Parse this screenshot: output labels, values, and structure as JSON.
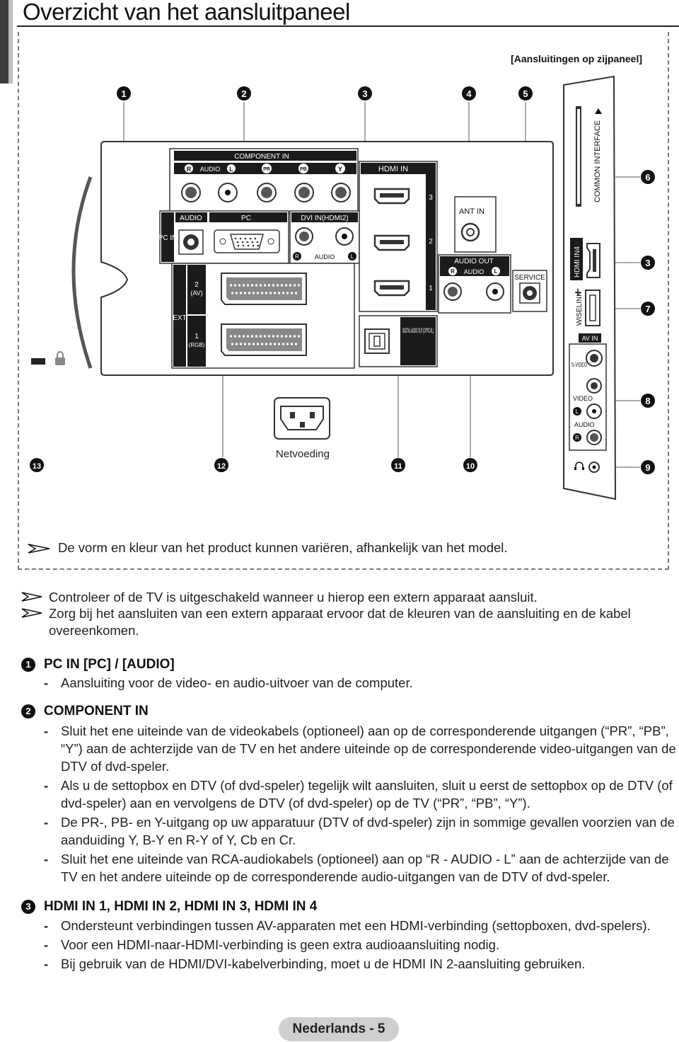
{
  "page": {
    "title": "Overzicht van het aansluitpaneel"
  },
  "diagram": {
    "side_panel_caption": "[Aansluitingen op zijpaneel]",
    "callouts": [
      "1",
      "2",
      "3",
      "4",
      "5",
      "6",
      "3",
      "7",
      "8",
      "9",
      "10",
      "11",
      "12",
      "13"
    ],
    "labels": {
      "component_in": "COMPONENT IN",
      "audio_rl": "AUDIO",
      "r": "R",
      "l": "L",
      "pr": "PR",
      "pb": "PB",
      "y": "Y",
      "hdmi_in": "HDMI IN",
      "audio": "AUDIO",
      "pc": "PC",
      "dvi_in": "DVI IN(HDMI2)",
      "pc_in": "PC IN",
      "ext": "EXT",
      "ext2": "2",
      "ext2_sub": "(AV)",
      "ext1": "1",
      "ext1_sub": "(RGB)",
      "hdmi_num_3": "3",
      "hdmi_num_2": "2",
      "hdmi_num_1": "1",
      "ant_in": "ANT IN",
      "audio_out": "AUDIO OUT",
      "service": "SERVICE",
      "digital_audio_out": "DIGITAL AUDIO OUT (OPTICAL)",
      "common_interface": "COMMON INTERFACE",
      "hdmi_in4": "HDMI IN4",
      "wiselink": "WISELINK",
      "av_in": "AV IN",
      "s_video": "S-VIDEO",
      "video": "VIDEO",
      "netvoeding": "Netvoeding"
    },
    "note": "De vorm en kleur van het product kunnen variëren, afhankelijk van het model."
  },
  "notes": [
    "Controleer of de TV is uitgeschakeld wanneer u hierop een extern apparaat aansluit.",
    "Zorg bij het aansluiten van een extern apparaat ervoor dat de kleuren van de aansluiting en de kabel overeenkomen."
  ],
  "sections": [
    {
      "num": "1",
      "heading": "PC IN [PC] / [AUDIO]",
      "items": [
        "Aansluiting voor de video- en audio-uitvoer van de computer."
      ]
    },
    {
      "num": "2",
      "heading": "COMPONENT IN",
      "items": [
        "Sluit het ene uiteinde van de videokabels (optioneel) aan op de corresponderende uitgangen (“PR”, “PB”, “Y”) aan de achterzijde van de TV en het andere uiteinde op de corresponderende video-uitgangen van de DTV of dvd-speler.",
        "Als u de settopbox en DTV (of dvd-speler) tegelijk wilt aansluiten, sluit u eerst de settopbox op de DTV (of dvd-speler) aan en vervolgens de DTV (of dvd-speler) op de TV (“PR”, “PB”, “Y”).",
        "De PR-, PB- en Y-uitgang op uw apparatuur (DTV of dvd-speler) zijn in sommige gevallen voorzien van de aanduiding Y, B-Y en R-Y of Y, Cb en Cr.",
        "Sluit het ene uiteinde van RCA-audiokabels (optioneel) aan op “R - AUDIO - L” aan de achterzijde van de TV en het andere uiteinde op de corresponderende audio-uitgangen van de DTV of dvd-speler."
      ]
    },
    {
      "num": "3",
      "heading": "HDMI IN 1, HDMI IN 2, HDMI IN 3, HDMI IN 4",
      "items": [
        "Ondersteunt verbindingen tussen AV-apparaten met een HDMI-verbinding (settopboxen, dvd-spelers).",
        "Voor een HDMI-naar-HDMI-verbinding is geen extra audioaansluiting nodig.",
        "Bij gebruik van de HDMI/DVI-kabelverbinding, moet u de HDMI IN 2-aansluiting gebruiken."
      ]
    }
  ],
  "footer": {
    "page_label": "Nederlands - 5"
  }
}
